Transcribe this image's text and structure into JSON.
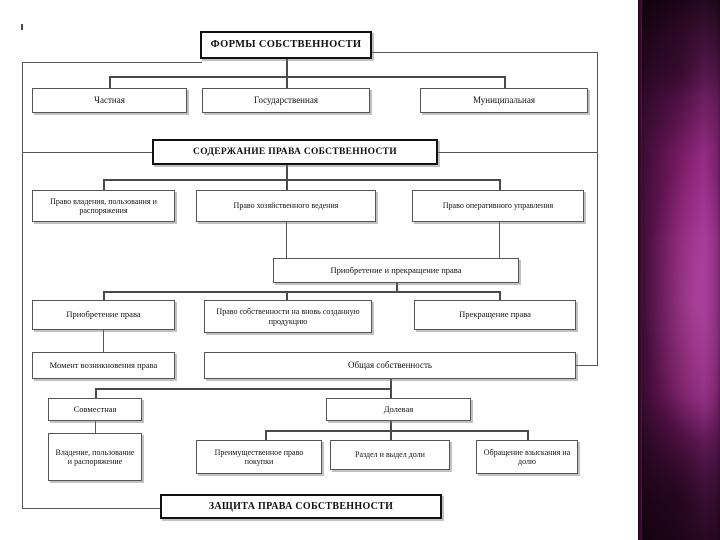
{
  "slide": {
    "title_concept": "Формы собственности — структурная схема",
    "background": "#ffffff",
    "accent_color": "#9c2a86",
    "line_color": "#555555"
  },
  "headers": {
    "forms": "ФОРМЫ СОБСТВЕННОСТИ",
    "content": "СОДЕРЖАНИЕ ПРАВА СОБСТВЕННОСТИ",
    "protection": "ЗАЩИТА ПРАВА СОБСТВЕННОСТИ"
  },
  "forms_row": [
    {
      "label": "Частная"
    },
    {
      "label": "Государственная"
    },
    {
      "label": "Муниципальная"
    }
  ],
  "rights_row": [
    {
      "label": "Право владения, пользования и распоряжения"
    },
    {
      "label": "Право хозяйственного ведения"
    },
    {
      "label": "Право оперативного управления"
    }
  ],
  "acquisition": {
    "label": "Приобретение и прекращение права"
  },
  "acquisition_row": [
    {
      "label": "Приобретение права"
    },
    {
      "label": "Право собственности на вновь созданную продукцию"
    },
    {
      "label": "Прекращение права"
    }
  ],
  "moment_row": [
    {
      "label": "Момент возникновения права"
    },
    {
      "label": "Общая собственность"
    }
  ],
  "common_types": [
    {
      "label": "Совместная"
    },
    {
      "label": "Долевая"
    }
  ],
  "joint_detail": {
    "label": "Владение, пользование и распоряжение"
  },
  "shared_details": [
    {
      "label": "Преимущественное право покупки"
    },
    {
      "label": "Раздел и выдел доли"
    },
    {
      "label": "Обращение взыскания на долю"
    }
  ]
}
